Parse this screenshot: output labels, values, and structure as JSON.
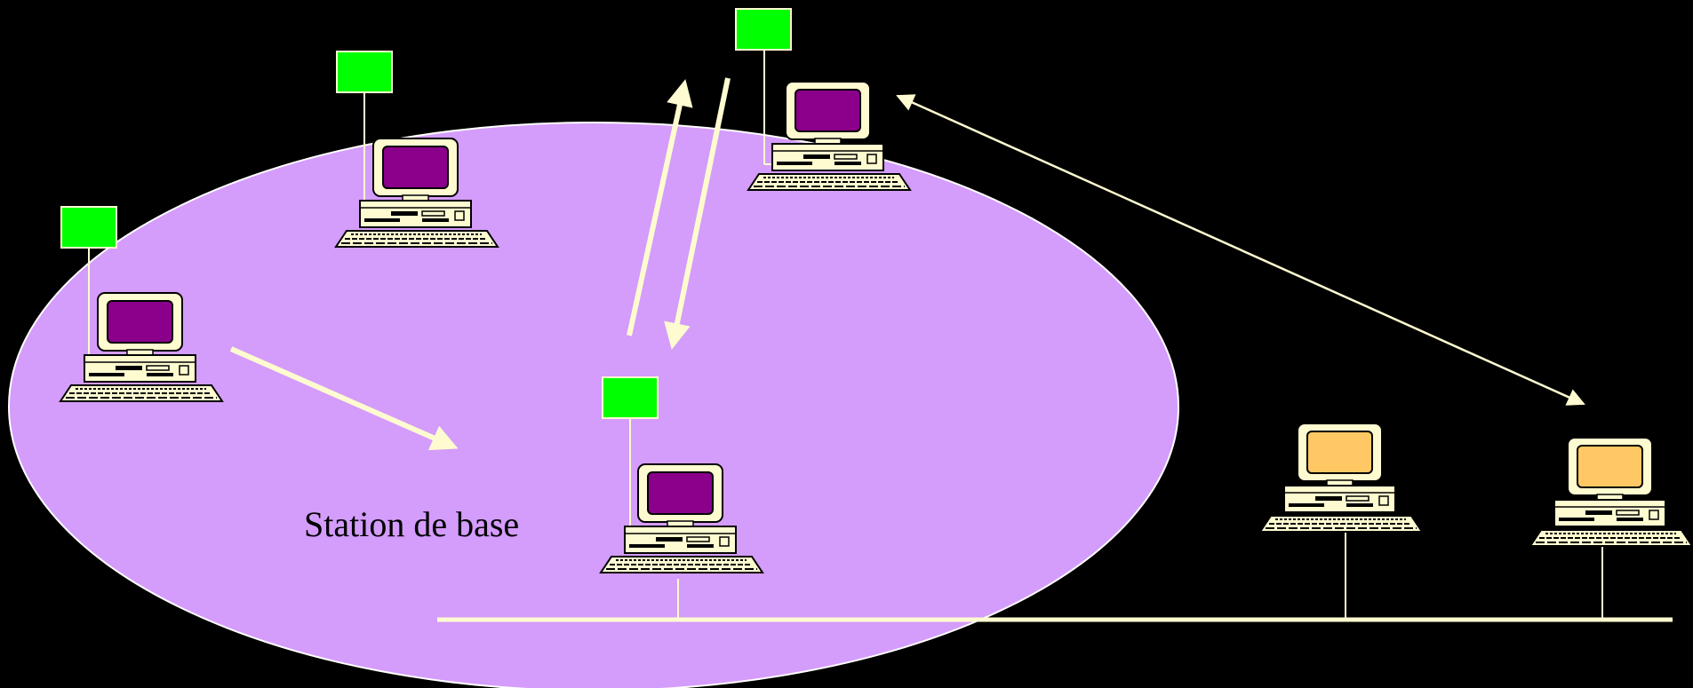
{
  "diagram": {
    "label": "Station de base",
    "colors": {
      "background": "#000000",
      "cell": "#d49cfb",
      "cell_border": "#ffffff",
      "antenna": "#00ff00",
      "wire": "#fffbd0",
      "computer_body": "#fffbd0",
      "screen_wireless": "#8b008b",
      "screen_wired": "#ffc864"
    },
    "computers": [
      {
        "id": "pc-left",
        "kind": "wireless"
      },
      {
        "id": "pc-upper",
        "kind": "wireless"
      },
      {
        "id": "pc-top-right",
        "kind": "wireless"
      },
      {
        "id": "pc-base-station",
        "kind": "base"
      },
      {
        "id": "pc-wired-1",
        "kind": "wired"
      },
      {
        "id": "pc-wired-2",
        "kind": "wired"
      }
    ]
  }
}
